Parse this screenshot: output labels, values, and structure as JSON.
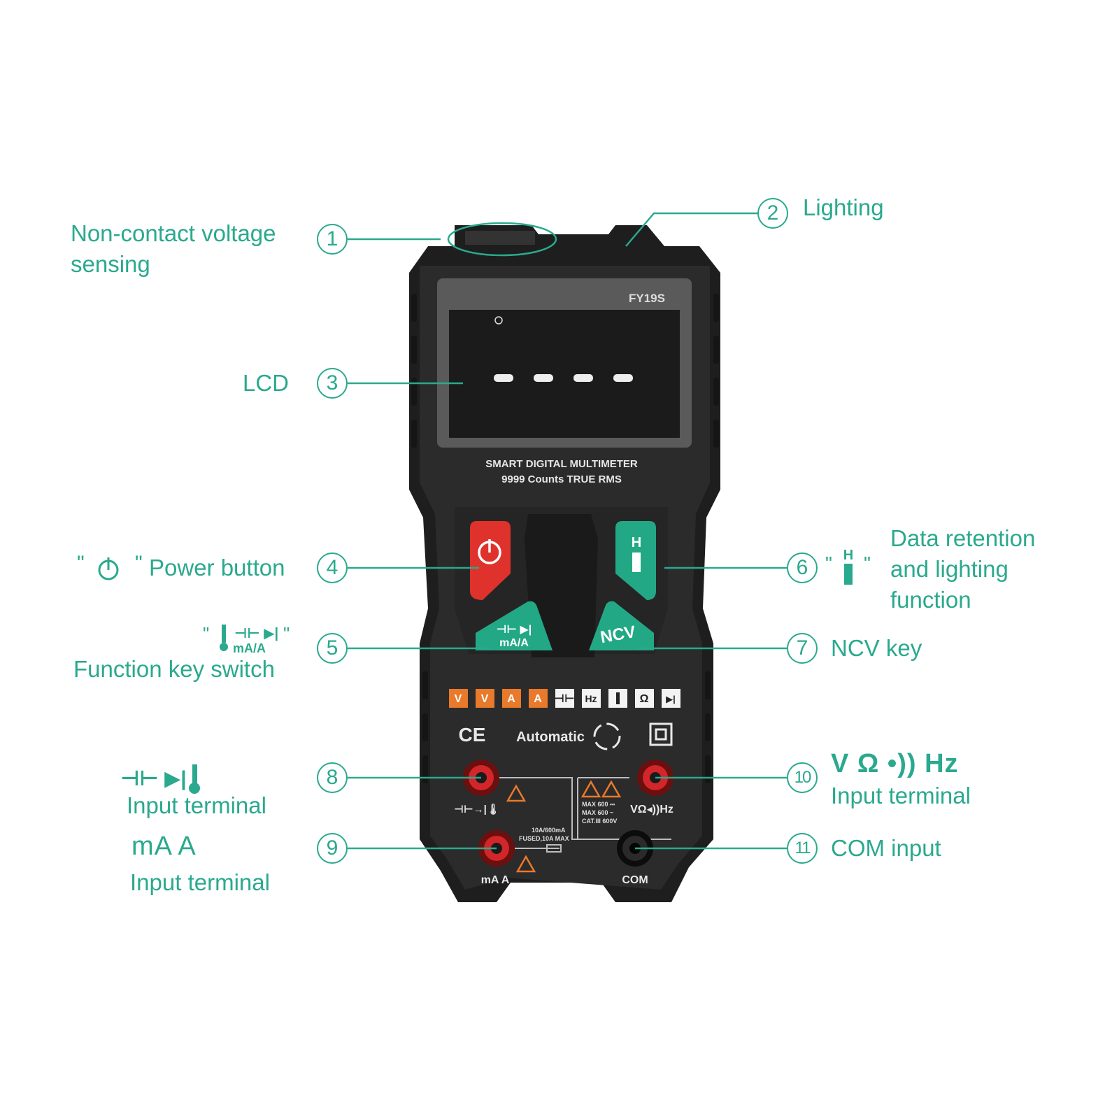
{
  "device": {
    "model": "FY19S",
    "title_line1": "SMART DIGITAL MULTIMETER",
    "title_line2": "9999 Counts TRUE RMS",
    "lcd_reading": "- - - -",
    "auto_label": "Automatic",
    "ce_mark": "CE",
    "function_key_label": "mA/A",
    "ncv_key_label": "NCV",
    "hold_key_label": "H",
    "mode_icons": [
      "V",
      "V",
      "A",
      "A",
      "⊣⊢",
      "Hz",
      "🌡",
      "Ω",
      "→|"
    ],
    "terminals": {
      "cap_diode_temp": "⊣⊢→|🌡",
      "volt_ohm_hz": "VΩ◂))Hz",
      "ma_a": "mA A",
      "com": "COM"
    },
    "fuse_text_1": "10A/600mA",
    "fuse_text_2": "FUSED,10A MAX",
    "max_text_1": "MAX 600 ⎓",
    "max_text_2": "MAX 600 ~",
    "max_text_3": "CAT.III 600V"
  },
  "callouts": [
    {
      "num": "1",
      "label_line1": "Non-contact voltage",
      "label_line2": "sensing"
    },
    {
      "num": "2",
      "label": "Lighting"
    },
    {
      "num": "3",
      "label": "LCD"
    },
    {
      "num": "4",
      "label": "Power button"
    },
    {
      "num": "5",
      "label": "Function key switch",
      "icon_text": "mA/A"
    },
    {
      "num": "6",
      "label_line1": "Data retention",
      "label_line2": "and lighting",
      "label_line3": "function"
    },
    {
      "num": "7",
      "label": "NCV key"
    },
    {
      "num": "8",
      "label": "Input terminal"
    },
    {
      "num": "9",
      "label_line1": "mA A",
      "label_line2": "Input terminal"
    },
    {
      "num": "10",
      "label_line1": "V Ω •)) Hz",
      "label_line2": "Input terminal"
    },
    {
      "num": "11",
      "label": "COM input"
    }
  ],
  "colors": {
    "accent": "#2aa98e",
    "body": "#232323",
    "power_button": "#e0322c",
    "green_button": "#23a886",
    "orange_mode": "#e9792b"
  }
}
